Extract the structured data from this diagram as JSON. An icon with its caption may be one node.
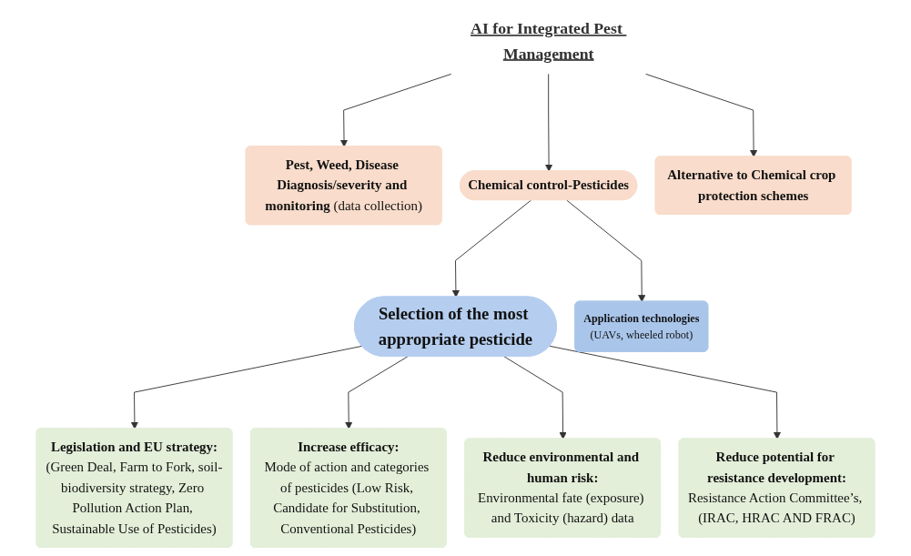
{
  "diagram": {
    "nodes": [
      {
        "text": [
          "AI for Integrated Pest Management"
        ]
      },
      {
        "text": [
          "**Pest, Weed, Disease Diagnosis/severity and monitoring** (data collection)"
        ]
      },
      {
        "text": [
          "Chemical control-Pesticides"
        ]
      },
      {
        "text": [
          "Alternative to Chemical crop protection schemes"
        ]
      },
      {
        "text": [
          "Application technologies",
          "(UAVs, wheeled robot)"
        ]
      },
      {
        "text": [
          "Selection of the most appropriate pesticide"
        ]
      },
      {
        "text": [
          "Legislation and EU strategy:",
          "(Green Deal, Farm to Fork, soil-biodiversity strategy, Zero Pollution Action Plan, Sustainable Use of Pesticides)"
        ]
      },
      {
        "text": [
          "Increase efficacy:",
          "Mode of action and categories of pesticides (Low Risk, Candidate for Substitution, Conventional Pesticides)"
        ]
      },
      {
        "text": [
          "Reduce environmental and human risk:",
          "Environmental fate (exposure) and Toxicity (hazard) data"
        ]
      },
      {
        "text": [
          "Reduce potential for resistance development:",
          "Resistance Action Committee’s, (IRAC, HRAC AND FRAC)"
        ]
      }
    ],
    "edges": [
      {
        "from": 0,
        "to": 1,
        "arrow": "to"
      },
      {
        "from": 0,
        "to": 2,
        "arrow": "to"
      },
      {
        "from": 0,
        "to": 3,
        "arrow": "to"
      },
      {
        "from": 2,
        "to": 5,
        "arrow": "to"
      },
      {
        "from": 2,
        "to": 4,
        "arrow": "to"
      },
      {
        "from": 5,
        "to": 6,
        "arrow": "to"
      },
      {
        "from": 5,
        "to": 7,
        "arrow": "to"
      },
      {
        "from": 5,
        "to": 8,
        "arrow": "to"
      },
      {
        "from": 5,
        "to": 9,
        "arrow": "to"
      }
    ]
  }
}
